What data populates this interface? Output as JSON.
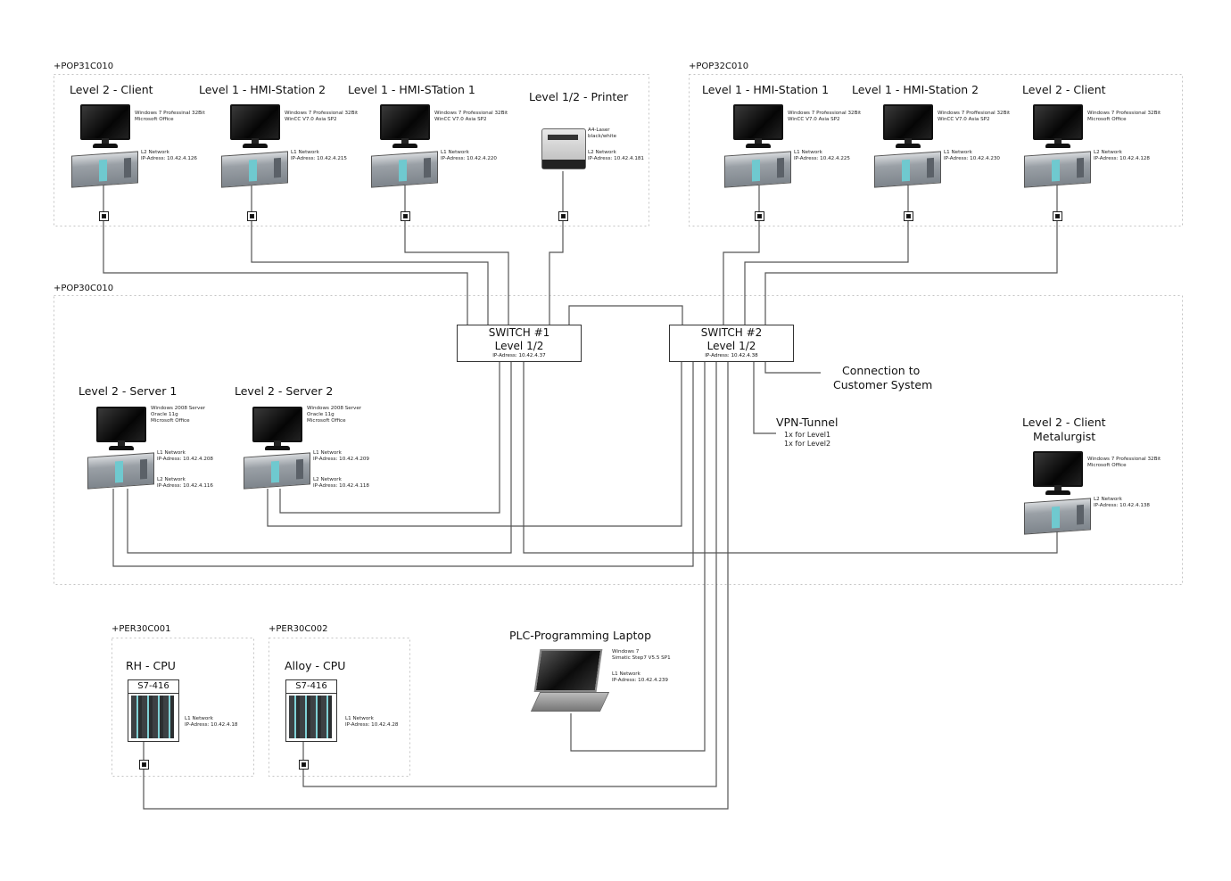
{
  "areas": {
    "pop31": "+POP31C010",
    "pop32": "+POP32C010",
    "pop30": "+POP30C010",
    "per1": "+PER30C001",
    "per2": "+PER30C002"
  },
  "pop31": [
    {
      "title": "Level 2 - Client",
      "desc": "Windows 7 Professinal 32Bit\nMicrosoft Office",
      "net": "L2 Network\nIP-Adress: 10.42.4.126"
    },
    {
      "title": "Level 1 - HMI-Station 2",
      "desc": "Windows 7 Professional 32Bit\nWinCC V7.0 Asia SP2",
      "net": "L1 Network\nIP-Adress: 10.42.4.215"
    },
    {
      "title": "Level 1 - HMI-STation 1",
      "desc": "Windows 7 Professional 32Bit\nWinCC V7.0 Asia SP2",
      "net": "L1 Network\nIP-Adress: 10.42.4.220"
    },
    {
      "title": "Level 1/2 - Printer",
      "desc": "A4-Laser\nblack/white",
      "net": "L2 Network\nIP-Adress: 10.42.4.181"
    }
  ],
  "pop32": [
    {
      "title": "Level 1 - HMI-Station 1",
      "desc": "Windows 7 Professional 32Bit\nWinCC V7.0 Asia SP2",
      "net": "L1 Network\nIP-Adress: 10.42.4.225"
    },
    {
      "title": "Level 1 - HMI-Station 2",
      "desc": "Windows 7 Proffesional 32Bit\nWinCC V7.0 Asia SP2",
      "net": "L1 Network\nIP-Adress: 10.42.4.230"
    },
    {
      "title": "Level 2 - Client",
      "desc": "Windows 7 Professional 32Bit\nMicrosoft Office",
      "net": "L2 Network\nIP-Adress: 10.42.4.128"
    }
  ],
  "switches": [
    {
      "name": "SWITCH #1",
      "level": "Level 1/2",
      "ip": "IP-Adress: 10.42.4.37"
    },
    {
      "name": "SWITCH #2",
      "level": "Level 1/2",
      "ip": "IP-Adress: 10.42.4.38"
    }
  ],
  "servers": [
    {
      "title": "Level 2 - Server 1",
      "desc": "Windows 2008 Server\nOracle 11g\nMicrosoft Office",
      "l1": "L1 Network\nIP-Adress: 10.42.4.208",
      "l2": "L2 Network\nIP-Adress: 10.42.4.116"
    },
    {
      "title": "Level 2 - Server 2",
      "desc": "Windows 2008 Server\nOracle 11g\nMicrosoft Office",
      "l1": "L1 Network\nIP-Adress: 10.42.4.209",
      "l2": "L2 Network\nIP-Adress: 10.42.4.118"
    }
  ],
  "metalurgist": {
    "title1": "Level 2 - Client",
    "title2": "Metalurgist",
    "desc": "Windows 7 Professional 32Bit\nMicrosoft Office",
    "net": "L2 Network\nIP-Adress: 10.42.4.138"
  },
  "customer": {
    "line1": "Connection to",
    "line2": "Customer System"
  },
  "vpn": {
    "title": "VPN-Tunnel",
    "l1": "1x for Level1",
    "l2": "1x for Level2"
  },
  "laptop": {
    "title": "PLC-Programming Laptop",
    "desc": "Windows 7\nSimatic Step7 V5.5 SP1",
    "net": "L1 Network\nIP-Adress: 10.42.4.239"
  },
  "plcs": [
    {
      "title": "RH - CPU",
      "model": "S7-416",
      "net": "L1 Network\nIP-Adress: 10.42.4.18"
    },
    {
      "title": "Alloy - CPU",
      "model": "S7-416",
      "net": "L1 Network\nIP-Adress: 10.42.4.28"
    }
  ],
  "colors": {
    "wire": "#555555",
    "frame": "#bbbbbb",
    "accent_panel": "#6fc9cf"
  }
}
